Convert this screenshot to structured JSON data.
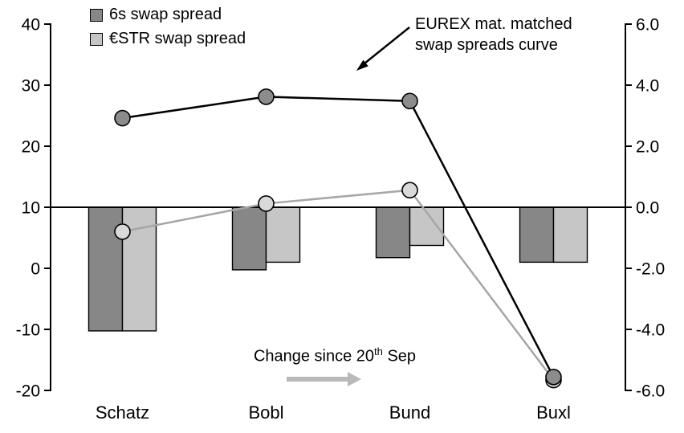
{
  "chart_data": {
    "type": "combo-bar-line",
    "title": "",
    "categories": [
      "Schatz",
      "Bobl",
      "Bund",
      "Buxl"
    ],
    "left_axis": {
      "range": [
        -20,
        40
      ],
      "ticks": [
        40,
        30,
        20,
        10,
        0,
        -10,
        -20
      ]
    },
    "right_axis": {
      "range": [
        -6,
        6
      ],
      "ticks": [
        "6.0",
        "4.0",
        "2.0",
        "0.0",
        "-2.0",
        "-4.0",
        "-6.0"
      ],
      "values": [
        6,
        4,
        2,
        0,
        -2,
        -4,
        -6
      ]
    },
    "baseline_left_value": 10,
    "bar_series": [
      {
        "name": "6s swap spread change since 20th Sep",
        "axis": "right",
        "color": "#878787",
        "values": [
          -4.05,
          -2.05,
          -1.65,
          -1.8
        ]
      },
      {
        "name": "€STR swap spread change since 20th Sep",
        "axis": "right",
        "color": "#c6c6c6",
        "values": [
          -4.05,
          -1.8,
          -1.25,
          -1.8
        ]
      }
    ],
    "line_series": [
      {
        "name": "€STR swap spread",
        "axis": "left",
        "line_color": "#a6a6a6",
        "marker_fill": "#d9d9d9",
        "values": [
          6.0,
          10.6,
          12.8,
          -18.3
        ]
      },
      {
        "name": "6s swap spread",
        "axis": "left",
        "line_color": "#000000",
        "marker_fill": "#8c8c8c",
        "values": [
          24.6,
          28.1,
          27.4,
          -17.8
        ]
      }
    ],
    "legend": [
      {
        "label": "6s swap spread",
        "swatch": "#878787"
      },
      {
        "label": "€STR swap spread",
        "swatch": "#c6c6c6"
      }
    ],
    "annotations": {
      "curve_line1": "EUREX mat. matched",
      "curve_line2": "swap spreads curve",
      "change_prefix": "Change since 20",
      "change_sup": "th",
      "change_suffix": " Sep"
    },
    "grid": "off",
    "legend_position": "top-left-inside"
  }
}
